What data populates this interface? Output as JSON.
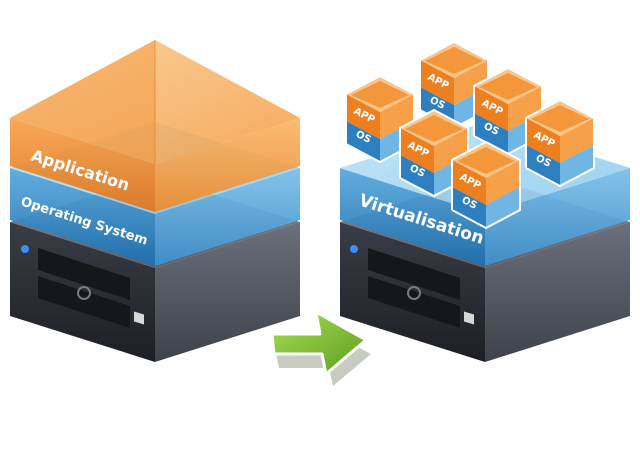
{
  "left_stack": {
    "application_label": "Application",
    "os_label": "Operating System"
  },
  "right_stack": {
    "virtualisation_label": "Virtualisation",
    "vm_boxes": [
      {
        "app": "APP",
        "os": "OS"
      },
      {
        "app": "APP",
        "os": "OS"
      },
      {
        "app": "APP",
        "os": "OS"
      },
      {
        "app": "APP",
        "os": "OS"
      },
      {
        "app": "APP",
        "os": "OS"
      },
      {
        "app": "APP",
        "os": "OS"
      }
    ]
  },
  "colors": {
    "application_orange": "#f0831e",
    "os_blue": "#2e88c6",
    "server_dark": "#2a2c33",
    "arrow_green": "#7fbf2f"
  },
  "icons": [
    "server-rack",
    "right-arrow"
  ]
}
